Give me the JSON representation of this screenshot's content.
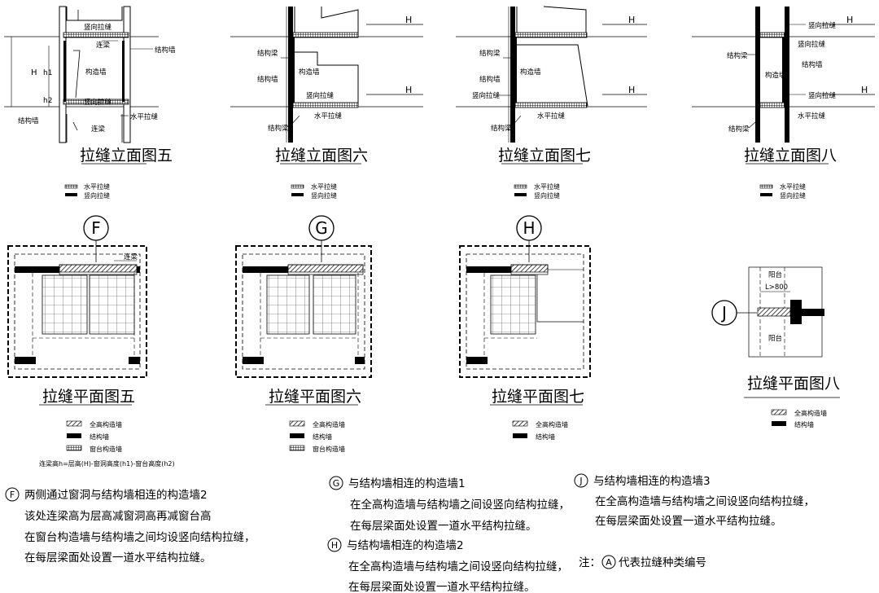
{
  "elevations": {
    "e5": {
      "title": "拉缝立面图五",
      "shuping": "竖向拉缝",
      "lianliang": "连梁",
      "jiegouqiang": "结构墙",
      "gouzaoqiang": "构造墙",
      "shuiping": "水平拉缝",
      "H": "H",
      "h1": "h1",
      "h2": "h2"
    },
    "e6": {
      "title": "拉缝立面图六",
      "jiegouliang": "结构梁",
      "jiegouqiang": "结构墙",
      "gouzaoqiang": "构造墙",
      "shuping": "竖向拉缝",
      "shuiping": "水平拉缝",
      "H": "H"
    },
    "e7": {
      "title": "拉缝立面图七",
      "jiegouliang": "结构梁",
      "jiegouqiang": "结构墙",
      "gouzaoqiang": "构造墙",
      "shuping": "竖向拉缝",
      "shuiping": "水平拉缝",
      "H": "H"
    },
    "e8": {
      "title": "拉缝立面图八",
      "shuping": "竖向拉缝",
      "jiegouliang": "结构梁",
      "gouzaoqiang": "构造墙",
      "jiegouqiang": "结构墙",
      "shuiping": "水平拉缝",
      "H": "H"
    }
  },
  "elev_legend": {
    "shuiping": "水平拉缝",
    "shuping": "竖向拉缝"
  },
  "plans": {
    "p5": {
      "marker": "F",
      "title": "拉缝平面图五",
      "lianliang": "连梁"
    },
    "p6": {
      "marker": "G",
      "title": "拉缝平面图六"
    },
    "p7": {
      "marker": "H",
      "title": "拉缝平面图七"
    },
    "p8": {
      "marker": "J",
      "title": "拉缝平面图八",
      "yangtai": "阳台",
      "dim": "L>800"
    }
  },
  "plan_legend": {
    "quangao": "全高构造墙",
    "jiegouqiang": "结构墙",
    "chuangtai": "窗台构造墙"
  },
  "formula": "连梁高h=层高(H)-窗洞高度(h1)-窗台高度(h2)",
  "notes": {
    "F": {
      "marker": "F",
      "lines": [
        "两侧通过窗洞与结构墙相连的构造墙2",
        "该处连梁高为层高减窗洞高再减窗台高",
        "在窗台构造墙与结构墙之间均设竖向结构拉缝，",
        "在每层梁面处设置一道水平结构拉缝。"
      ]
    },
    "G": {
      "marker": "G",
      "lines": [
        "与结构墙相连的构造墙1",
        "在全高构造墙与结构墙之间设竖向结构拉缝，",
        "在每层梁面处设置一道水平结构拉缝。"
      ]
    },
    "H": {
      "marker": "H",
      "lines": [
        "与结构墙相连的构造墙2",
        "在全高构造墙与结构墙之间设竖向结构拉缝，",
        "在每层梁面处设置一道水平结构拉缝。"
      ]
    },
    "J": {
      "marker": "J",
      "lines": [
        "与结构墙相连的构造墙3",
        "在全高构造墙与结构墙之间设竖向结构拉缝，",
        "在每层梁面处设置一道水平结构拉缝。"
      ]
    },
    "zhu": {
      "prefix": "注：",
      "marker": "A",
      "text": "代表拉缝种类编号"
    }
  }
}
